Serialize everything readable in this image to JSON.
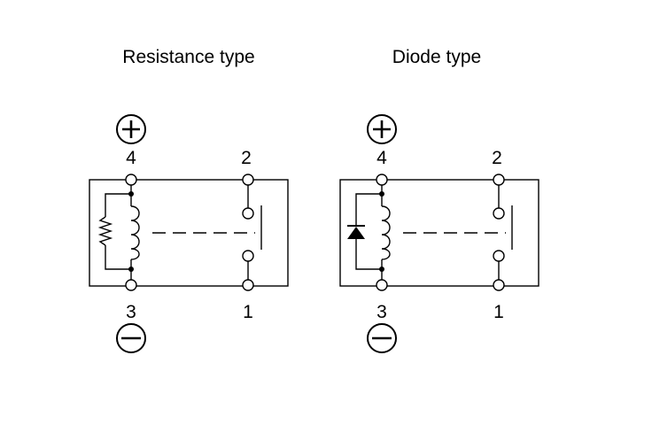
{
  "diagrams": [
    {
      "title": "Resistance type",
      "suppressor": "resistor",
      "pins": {
        "top_left": "4",
        "top_right": "2",
        "bottom_left": "3",
        "bottom_right": "1"
      }
    },
    {
      "title": "Diode type",
      "suppressor": "diode",
      "pins": {
        "top_left": "4",
        "top_right": "2",
        "bottom_left": "3",
        "bottom_right": "1"
      }
    }
  ],
  "icons": {
    "positive": "plus-circle-icon",
    "negative": "minus-circle-icon"
  }
}
